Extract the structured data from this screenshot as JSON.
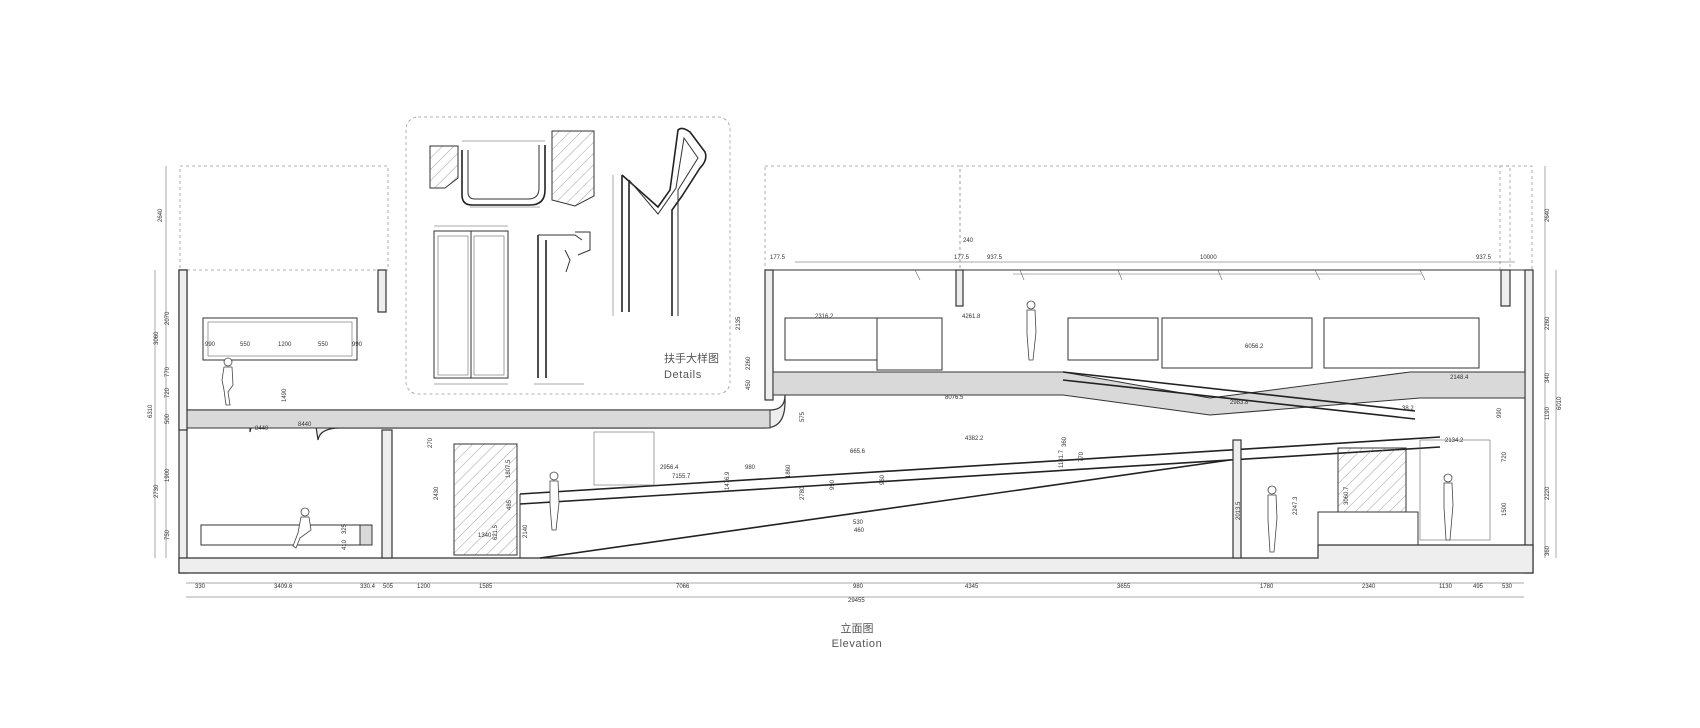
{
  "title": {
    "cn": "立面图",
    "en": "Elevation"
  },
  "detail_callout": {
    "cn": "扶手大样图",
    "en": "Details"
  },
  "bottom_dimensions": [
    "330",
    "3409.6",
    "330.4",
    "505",
    "1200",
    "1585",
    "7066",
    "980",
    "4345",
    "3655",
    "1780",
    "2340",
    "1130",
    "495",
    "530"
  ],
  "overall_dimension": "29455",
  "left_dimensions": [
    "2640",
    "3060",
    "2070",
    "770",
    "720",
    "500",
    "2730",
    "1900",
    "750",
    "6310"
  ],
  "right_dimensions": [
    "2640",
    "2260",
    "340",
    "1190",
    "2220",
    "6010",
    "360"
  ],
  "upper_floor_dimensions": [
    "990",
    "550",
    "1200",
    "550",
    "990",
    "8440",
    "8440",
    "1490"
  ],
  "mid_dimensions": [
    "2135",
    "2260",
    "450",
    "575",
    "2956.4",
    "7155.7",
    "980",
    "1476.9",
    "1860",
    "4382.2",
    "1181.7",
    "770",
    "2013.5",
    "2247.3",
    "2134.2",
    "720",
    "1500",
    "3060.7",
    "8076.5",
    "2148.4",
    "2983.8",
    "4261.8",
    "6056.2",
    "2316.2",
    "665.6",
    "530",
    "460",
    "990",
    "960",
    "2780",
    "2430",
    "1340",
    "621.5",
    "2140",
    "1807.5",
    "485",
    "325",
    "410",
    "270",
    "360",
    "990",
    "38.2"
  ],
  "top_dimensions": [
    "177.5",
    "240",
    "177.5",
    "937.5",
    "10000",
    "937.5"
  ]
}
